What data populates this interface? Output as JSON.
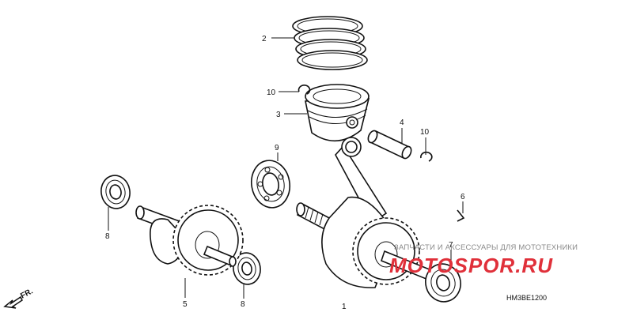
{
  "callouts": {
    "c1": "1",
    "c2": "2",
    "c3": "3",
    "c4": "4",
    "c5": "5",
    "c6": "6",
    "c7": "7",
    "c8a": "8",
    "c8b": "8",
    "c9": "9",
    "c10a": "10",
    "c10b": "10"
  },
  "direction_label": "FR.",
  "diagram_code": "HM3BE1200",
  "watermark": {
    "tagline": "ЗАПЧАСТИ И АКСЕССУАРЫ ДЛЯ МОТОТЕХНИКИ",
    "brand": "MOTOSPOR.RU",
    "brand_color": "#e0303a"
  }
}
